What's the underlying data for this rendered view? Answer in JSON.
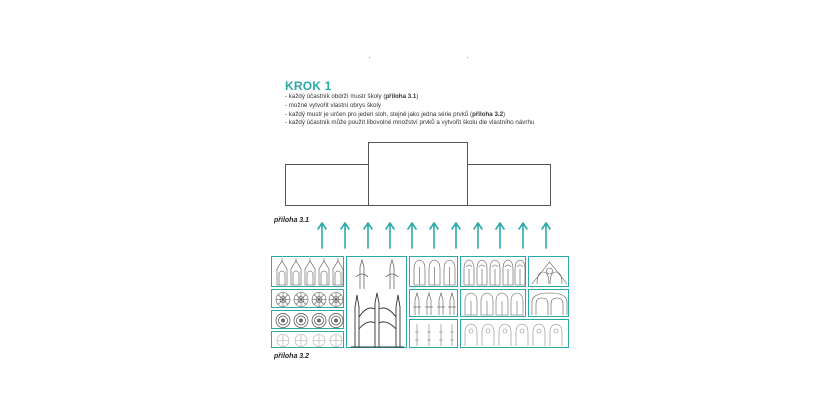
{
  "heading": "KROK 1",
  "bullets": [
    {
      "pre": "- každý účastník obdrží mustr školy (",
      "bold": "příloha 3.1",
      "post": ")"
    },
    {
      "pre": "- možné vytvořit vlastní obrys školy",
      "bold": "",
      "post": ""
    },
    {
      "pre": "- každý mustr je určen pro jeden sloh, stejně jako jedna série prvků (",
      "bold": "příloha 3.2",
      "post": ")"
    },
    {
      "pre": "- každý účastník může použít libovolné množství prvků a vytvořit školu dle vlastního návrhu",
      "bold": "",
      "post": ""
    }
  ],
  "label_31": "příloha 3.1",
  "label_32": "příloha 3.2",
  "colors": {
    "accent": "#2aa9a9",
    "ink": "#555555"
  },
  "icons": [
    "up-arrow-icon",
    "gothic-pinnacle-icon",
    "rose-window-icon",
    "flying-buttress-icon",
    "lancet-window-icon",
    "tracery-arch-icon"
  ]
}
